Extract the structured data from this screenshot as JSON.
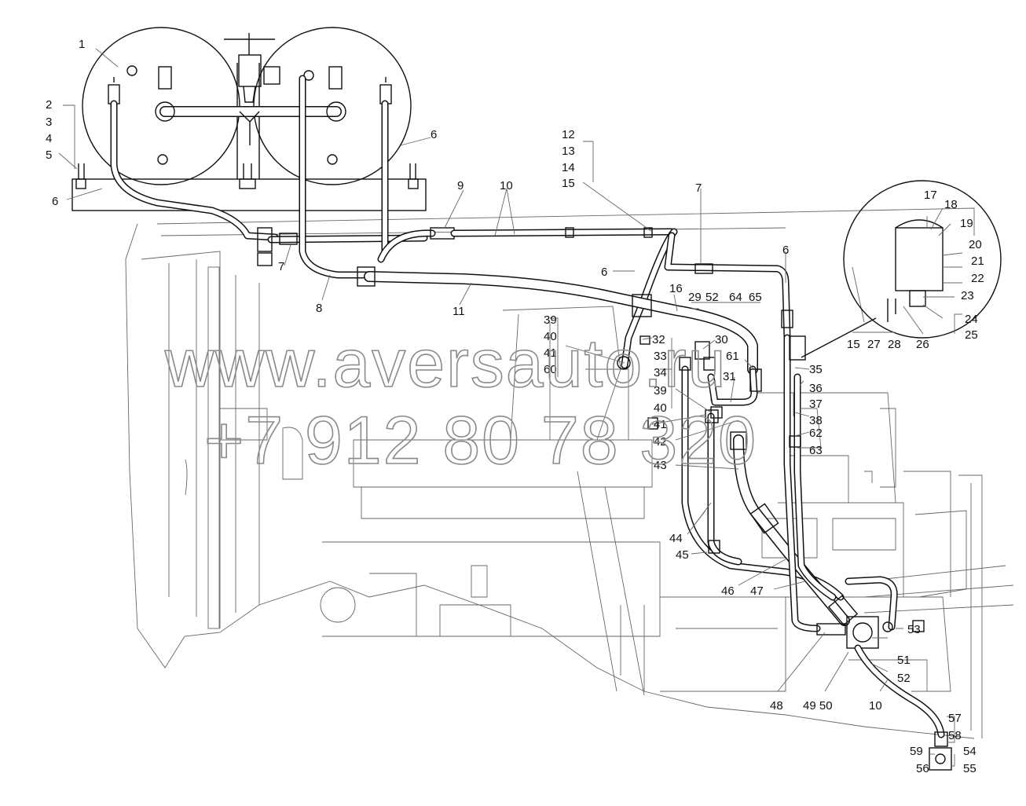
{
  "watermark": {
    "site": "www.aversauto.ru",
    "phone": "+7 912 80 78 320"
  },
  "callouts": [
    "1",
    "2",
    "3",
    "4",
    "5",
    "6",
    "6",
    "6",
    "6",
    "6",
    "7",
    "7",
    "8",
    "9",
    "10",
    "10",
    "11",
    "12",
    "13",
    "14",
    "15",
    "15",
    "16",
    "17",
    "18",
    "19",
    "20",
    "21",
    "22",
    "23",
    "24",
    "25",
    "26",
    "27",
    "28",
    "29",
    "30",
    "31",
    "32",
    "33",
    "34",
    "35",
    "36",
    "37",
    "38",
    "39",
    "39",
    "40",
    "40",
    "41",
    "41",
    "42",
    "43",
    "44",
    "45",
    "46",
    "47",
    "48",
    "49 50",
    "51",
    "52",
    "52",
    "53",
    "54",
    "55",
    "56",
    "57",
    "58",
    "59",
    "60",
    "61",
    "62",
    "63",
    "64",
    "65"
  ]
}
